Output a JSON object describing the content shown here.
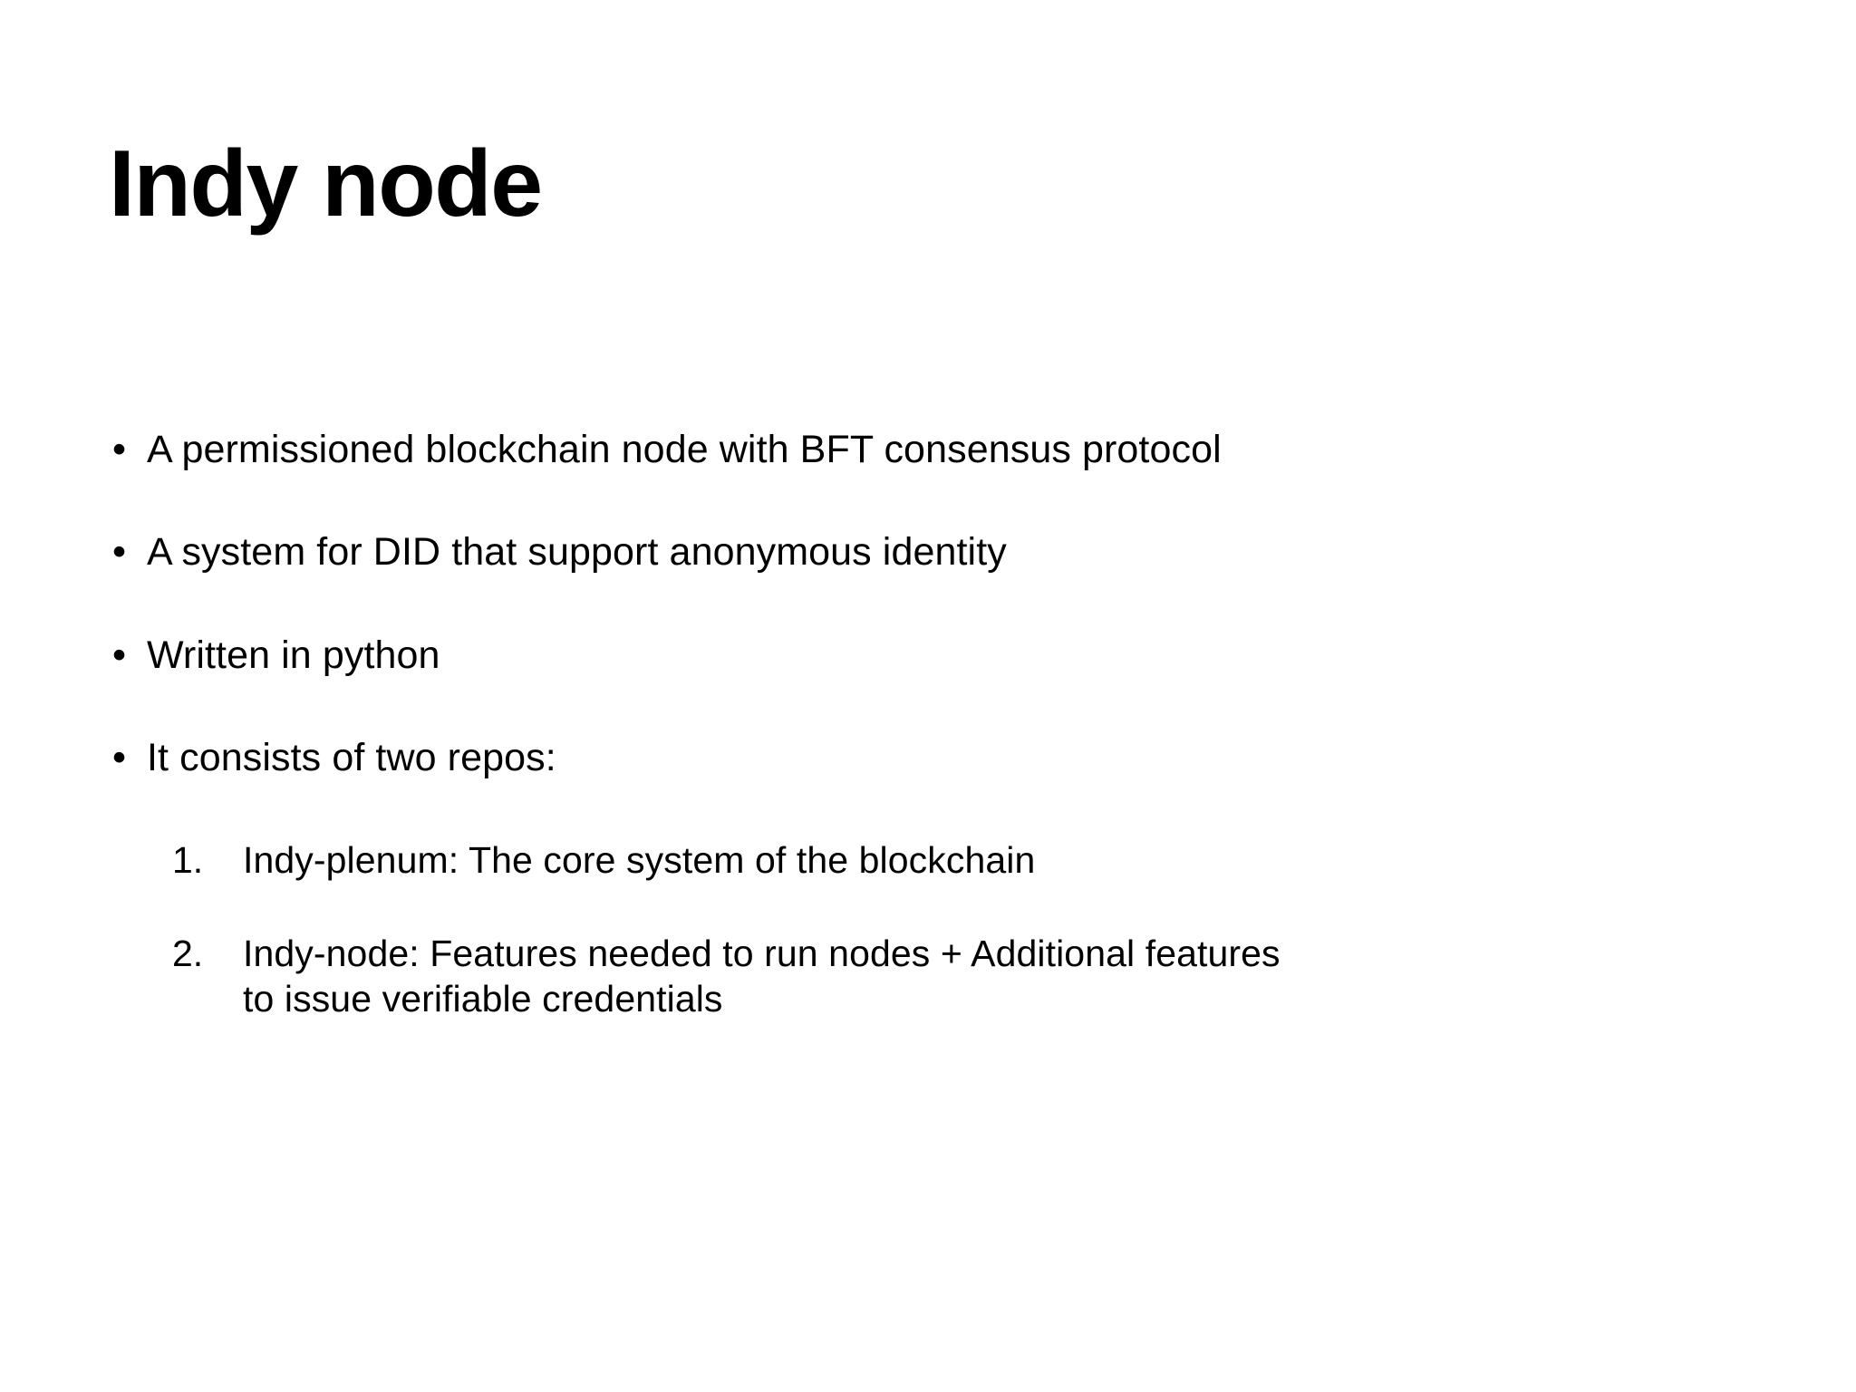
{
  "slide": {
    "title": "Indy node",
    "background_color": "#ffffff",
    "text_color": "#000000",
    "bullet_marker": "•",
    "bullets": [
      {
        "marker": "•",
        "text": "A permissioned blockchain node with BFT consensus protocol"
      },
      {
        "marker": "•",
        "text": "A system for DID that support anonymous identity"
      },
      {
        "marker": "•",
        "text": "Written in python"
      },
      {
        "marker": "•",
        "text": "It consists of two repos:"
      }
    ],
    "sub_items": [
      {
        "marker": "1.",
        "text": "Indy-plenum: The core system of the blockchain"
      },
      {
        "marker": "2.",
        "text": "Indy-node: Features needed to run nodes + Additional features to issue verifiable credentials"
      }
    ]
  }
}
